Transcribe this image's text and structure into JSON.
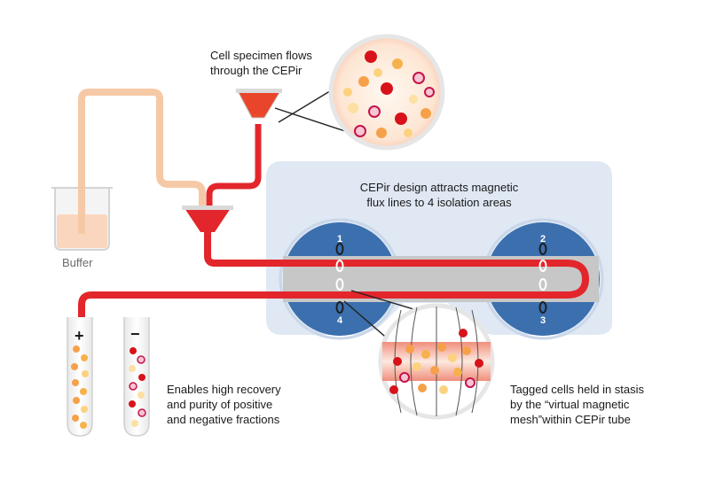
{
  "labels": {
    "specimen_line1": "Cell specimen flows",
    "specimen_line2": "through the CEPir",
    "design_line1": "CEPir design attracts magnetic",
    "design_line2": "flux lines to 4 isolation areas",
    "buffer": "Buffer",
    "recovery_line1": "Enables high recovery",
    "recovery_line2": "and purity of positive",
    "recovery_line3": "and negative fractions",
    "tagged_line1": "Tagged cells held in stasis",
    "tagged_line2": "by the “virtual magnetic",
    "tagged_line3": "mesh”within CEPir tube"
  },
  "areas": {
    "a1": "1",
    "a2": "2",
    "a3": "3",
    "a4": "4"
  },
  "signs": {
    "positive": "+",
    "negative": "−"
  },
  "colors": {
    "tube_red": "#e3262b",
    "buffer_line": "#f6c9a6",
    "panel": "#dfe8f3",
    "magnet": "#3b6fae",
    "channel": "#c9c9c9"
  },
  "icons": [
    "beaker-icon",
    "funnel-icon",
    "test-tube-icon",
    "magnet-disc-icon",
    "magnifier-callout-icon"
  ]
}
